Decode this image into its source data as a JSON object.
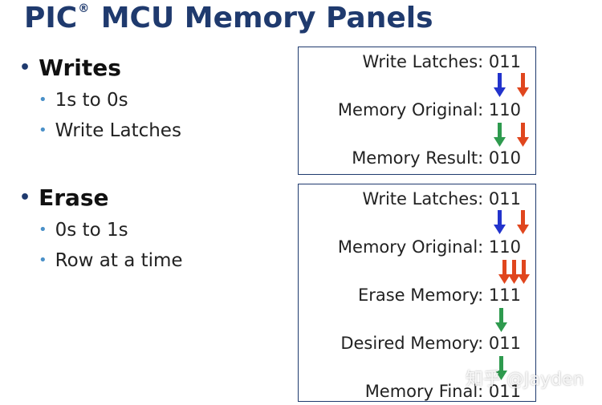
{
  "title": {
    "main": "PIC",
    "sup": "®",
    "rest": " MCU Memory Panels"
  },
  "bullets": {
    "writes": {
      "label": "Writes",
      "items": [
        "1s to 0s",
        "Write Latches"
      ]
    },
    "erase": {
      "label": "Erase",
      "items": [
        "0s to 1s",
        "Row at a time"
      ]
    },
    "bullet_glyph": "•"
  },
  "write_panel": {
    "rows": [
      "Write Latches: 011",
      "Memory Original:  110",
      "Memory Result: 010"
    ]
  },
  "erase_panel": {
    "rows": [
      "Write Latches: 011",
      "Memory Original:  110",
      "Erase Memory: 111",
      "Desired Memory: 011",
      "Memory Final:  011"
    ]
  },
  "colors": {
    "title": "#1f3a6e",
    "arrow_blue": "#2233cc",
    "arrow_red": "#e0461e",
    "arrow_green": "#2e9a4e",
    "panel_border": "#1f3a6e"
  },
  "watermark": "知乎 @Jayden"
}
